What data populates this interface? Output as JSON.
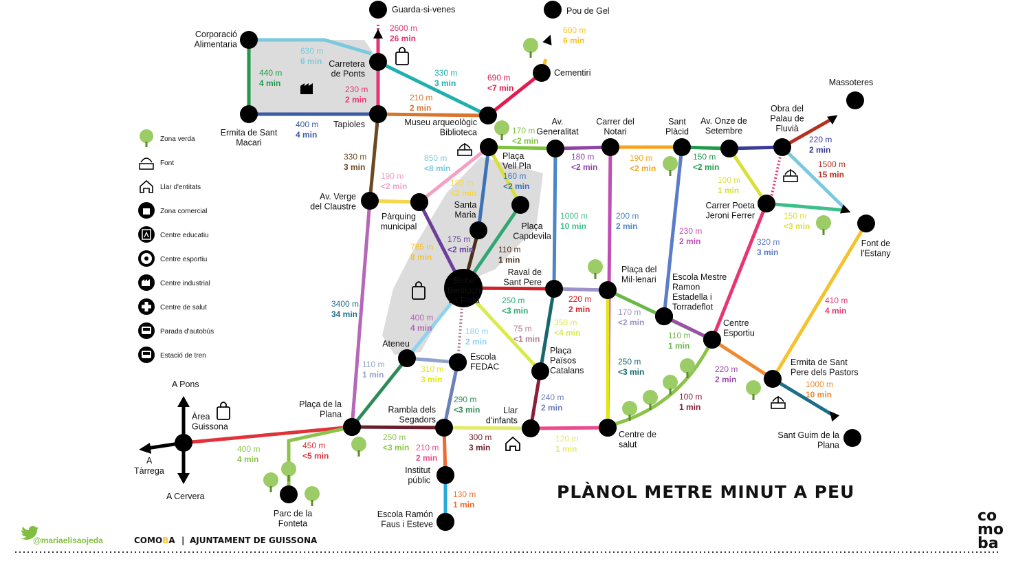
{
  "title": "PLÀNOL METRE MINUT A PEU",
  "footer": {
    "handle": "@mariaelisaojeda",
    "brand_prefix": "COMO",
    "brand_accent": "B",
    "brand_suffix": "A",
    "separator": "|",
    "council": "AJUNTAMENT DE GUISSONA"
  },
  "logo": {
    "line1": "co",
    "line2": "mo",
    "line3": "ba"
  },
  "colors": {
    "accent_green": "#7fbf3f",
    "zone_gray": "#d9d9d9",
    "node": "#000000"
  },
  "legend": [
    {
      "icon": "tree-icon",
      "label": "Zona verda"
    },
    {
      "icon": "fountain-icon",
      "label": "Font"
    },
    {
      "icon": "house-icon",
      "label": "Llar d'entitats"
    },
    {
      "icon": "shopping-bag-icon",
      "label": "Zona comercial"
    },
    {
      "icon": "school-icon",
      "label": "Centre educatiu"
    },
    {
      "icon": "sports-ball-icon",
      "label": "Centre esportiu"
    },
    {
      "icon": "factory-icon",
      "label": "Centre industrial"
    },
    {
      "icon": "health-cross-icon",
      "label": "Centre de salut"
    },
    {
      "icon": "bus-icon",
      "label": "Parada d'autobús"
    },
    {
      "icon": "train-icon",
      "label": "Estació de tren"
    }
  ],
  "directions": {
    "north": "A Pons",
    "west_1": "A",
    "west_2": "Tàrrega",
    "south": "A Cervera"
  },
  "nodes": [
    {
      "id": "guarda",
      "lines": [
        "Guarda-si-venes"
      ]
    },
    {
      "id": "pougel",
      "lines": [
        "Pou de Gel"
      ]
    },
    {
      "id": "corporacio",
      "lines": [
        "Corporació",
        "Alimentaria"
      ]
    },
    {
      "id": "carretera",
      "lines": [
        "Carretera",
        "de Ponts"
      ]
    },
    {
      "id": "cementiri",
      "lines": [
        "Cementiri"
      ]
    },
    {
      "id": "ermitasm",
      "lines": [
        "Ermita de Sant",
        "Macari"
      ]
    },
    {
      "id": "tapioles",
      "lines": [
        "Tapioles"
      ]
    },
    {
      "id": "museu",
      "lines": [
        "Museu arqueològic",
        "Biblioteca"
      ]
    },
    {
      "id": "massoteres",
      "lines": [
        "Massoteres"
      ]
    },
    {
      "id": "avgen",
      "lines": [
        "Av.",
        "Generalitat"
      ]
    },
    {
      "id": "notari",
      "lines": [
        "Carrer del",
        "Notari"
      ]
    },
    {
      "id": "santplacid",
      "lines": [
        "Sant",
        "Plàcid"
      ]
    },
    {
      "id": "onze",
      "lines": [
        "Av. Onze de",
        "Setembre"
      ]
    },
    {
      "id": "obra",
      "lines": [
        "Obra del",
        "Palau de",
        "Fluvià"
      ]
    },
    {
      "id": "vellpla",
      "lines": [
        "Plaça",
        "Vell Pla"
      ]
    },
    {
      "id": "verge",
      "lines": [
        "Av. Verge",
        "del Claustre"
      ]
    },
    {
      "id": "parquing",
      "lines": [
        "Pàrquing",
        "municipal"
      ]
    },
    {
      "id": "santamaria",
      "lines": [
        "Santa",
        "Maria"
      ]
    },
    {
      "id": "capdevila",
      "lines": [
        "Plaça",
        "Capdevila"
      ]
    },
    {
      "id": "poeta",
      "lines": [
        "Carrer Poeta",
        "Jeroni Ferrer"
      ]
    },
    {
      "id": "fontestany",
      "lines": [
        "Font de",
        "l'Estany"
      ]
    },
    {
      "id": "bisbe",
      "lines": [
        "Bisbe",
        "Benlloch",
        "La Pista"
      ]
    },
    {
      "id": "raval",
      "lines": [
        "Raval de",
        "Sant Pere"
      ]
    },
    {
      "id": "millenari",
      "lines": [
        "Plaça del",
        "Mil·lenari"
      ]
    },
    {
      "id": "escolamestre",
      "lines": [
        "Escola Mestre",
        "Ramon",
        "Estadella i",
        "Torradeflot"
      ]
    },
    {
      "id": "esportiu",
      "lines": [
        "Centre",
        "Esportiu"
      ]
    },
    {
      "id": "ateneu",
      "lines": [
        "Ateneu"
      ]
    },
    {
      "id": "fedac",
      "lines": [
        "Escola",
        "FEDAC"
      ]
    },
    {
      "id": "paisos",
      "lines": [
        "Plaça",
        "Països",
        "Catalans"
      ]
    },
    {
      "id": "ermitasp",
      "lines": [
        "Ermita de Sant",
        "Pere dels Pastors"
      ]
    },
    {
      "id": "area",
      "lines": [
        "Àrea",
        "Guissona"
      ]
    },
    {
      "id": "plana",
      "lines": [
        "Plaça de la",
        "Plana"
      ]
    },
    {
      "id": "rambla",
      "lines": [
        "Rambla dels",
        "Segadors"
      ]
    },
    {
      "id": "llar",
      "lines": [
        "Llar",
        "d'infants"
      ]
    },
    {
      "id": "salut",
      "lines": [
        "Centre de",
        "salut"
      ]
    },
    {
      "id": "santguim",
      "lines": [
        "Sant Guim de la",
        "Plana"
      ]
    },
    {
      "id": "institut",
      "lines": [
        "Institut",
        "públic"
      ]
    },
    {
      "id": "fonteta",
      "lines": [
        "Parc de la",
        "Fonteta"
      ]
    },
    {
      "id": "escolaramon",
      "lines": [
        "Escola Ramón",
        "Faus i Esteve"
      ]
    }
  ],
  "segments": [
    {
      "from": "guarda",
      "to": "carretera",
      "color": "#e8356f",
      "dist": "2600 m",
      "time": "26 min"
    },
    {
      "from": "pougel",
      "to": "cementiri",
      "color": "#f6c22b",
      "dist": "600 m",
      "time": "6 min"
    },
    {
      "from": "corporacio",
      "to": "carretera",
      "color": "#7cc8de",
      "dist": "630 m",
      "time": "6 min"
    },
    {
      "from": "corporacio",
      "to": "ermitasm",
      "color": "#1e9a49",
      "dist": "440 m",
      "time": "4 min"
    },
    {
      "from": "carretera",
      "to": "museu",
      "color": "#1fb0ad",
      "dist": "330 m",
      "time": "3 min"
    },
    {
      "from": "carretera",
      "to": "tapioles",
      "color": "#e8356f",
      "dist": "230 m",
      "time": "2 min"
    },
    {
      "from": "cementiri",
      "to": "museu",
      "color": "#e31b4e",
      "dist": "690 m",
      "time": "<7 min"
    },
    {
      "from": "ermitasm",
      "to": "tapioles",
      "color": "#3b5ba5",
      "dist": "400 m",
      "time": "4 min"
    },
    {
      "from": "tapioles",
      "to": "museu",
      "color": "#d8752f",
      "dist": "210 m",
      "time": "2 min"
    },
    {
      "from": "tapioles",
      "to": "verge",
      "color": "#6b4a22",
      "dist": "330 m",
      "time": "3 min"
    },
    {
      "from": "vellpla",
      "to": "avgen",
      "color": "#7ec242",
      "dist": "170 m",
      "time": "<2 min"
    },
    {
      "from": "avgen",
      "to": "notari",
      "color": "#8e44a8",
      "dist": "180 m",
      "time": "<2 min"
    },
    {
      "from": "notari",
      "to": "santplacid",
      "color": "#f4a51c",
      "dist": "190 m",
      "time": "<2 min"
    },
    {
      "from": "santplacid",
      "to": "onze",
      "color": "#1e9a49",
      "dist": "150 m",
      "time": "<2 min"
    },
    {
      "from": "onze",
      "to": "obra",
      "color": "#3b3b9a",
      "dist": "220 m",
      "time": "2 min"
    },
    {
      "from": "obra",
      "to": "massoteres",
      "color": "#b3321f",
      "dist": "1500 m",
      "time": "15 min"
    },
    {
      "from": "obra",
      "to": "fontestany",
      "color": "#7cc8de",
      "dist": "850 m",
      "time": "<8 min"
    },
    {
      "from": "parquing",
      "to": "vellpla",
      "color": "#f3a0c3",
      "dist": "190 m",
      "time": "<2 min"
    },
    {
      "from": "verge",
      "to": "parquing",
      "color": "#f6d64a",
      "dist": "180 m",
      "time": "<2 min"
    },
    {
      "from": "vellpla",
      "to": "santamaria",
      "color": "#3c72b8",
      "dist": "160 m",
      "time": "<2 min"
    },
    {
      "from": "vellpla",
      "to": "capdevila",
      "color": "#d9df3a",
      "dist": "100 m",
      "time": "1 min"
    },
    {
      "from": "onze",
      "to": "poeta",
      "color": "#d9df3a",
      "dist": "150 m",
      "time": "<3 min"
    },
    {
      "from": "poeta",
      "to": "fontestany",
      "color": "#3cbf8a",
      "dist": "1000 m",
      "time": "10 min"
    },
    {
      "from": "avgen",
      "to": "raval",
      "color": "#4b86c6",
      "dist": "200 m",
      "time": "2 min"
    },
    {
      "from": "notari",
      "to": "salut",
      "color": "#c04fb4",
      "dist": "230 m",
      "time": "2 min"
    },
    {
      "from": "santplacid",
      "to": "escolamestre",
      "color": "#5b7cc7",
      "dist": "320 m",
      "time": "3 min"
    },
    {
      "from": "poeta",
      "to": "esportiu",
      "color": "#e8356f",
      "dist": "410 m",
      "time": "4 min"
    },
    {
      "from": "fontestany",
      "to": "ermitasp",
      "color": "#f6c22b",
      "dist": "785 m",
      "time": "8 min"
    },
    {
      "from": "parquing",
      "to": "bisbe",
      "color": "#6a3f9a",
      "dist": "175 m",
      "time": "<2 min"
    },
    {
      "from": "santamaria",
      "to": "bisbe",
      "color": "#4a2f1a",
      "dist": "110 m",
      "time": "1 min"
    },
    {
      "from": "capdevila",
      "to": "bisbe",
      "color": "#2fa772",
      "dist": "250 m",
      "time": "<3 min"
    },
    {
      "from": "bisbe",
      "to": "raval",
      "color": "#d3202a",
      "dist": "220 m",
      "time": "2 min"
    },
    {
      "from": "raval",
      "to": "millenari",
      "color": "#9b93c9",
      "dist": "170 m",
      "time": "<2 min"
    },
    {
      "from": "millenari",
      "to": "esportiu",
      "color": "#6ab84a",
      "dist": "110 m",
      "time": "1 min"
    },
    {
      "from": "escolamestre",
      "to": "esportiu",
      "color": "#9b4fa6",
      "dist": "220 m",
      "time": "2 min"
    },
    {
      "from": "esportiu",
      "to": "ermitasp",
      "color": "#ef8a2e",
      "dist": "1000 m",
      "time": "10 min"
    },
    {
      "from": "ermitasp",
      "to": "santguim",
      "color": "#1d6e8a",
      "dist": "3400 m",
      "time": "34 min"
    },
    {
      "from": "verge",
      "to": "plana",
      "color": "#b567b8",
      "dist": "400 m",
      "time": "4 min"
    },
    {
      "from": "bisbe",
      "to": "ateneu",
      "color": "#8fd1ee",
      "dist": "180 m",
      "time": "2 min"
    },
    {
      "from": "bisbe",
      "to": "fedac",
      "color": "#b07a90",
      "dist": "75 m",
      "time": "<1 min"
    },
    {
      "from": "bisbe",
      "to": "paisos",
      "color": "#d9ea4a",
      "dist": "350 m",
      "time": "<4 min"
    },
    {
      "from": "raval",
      "to": "paisos",
      "color": "#16676e",
      "dist": "250 m",
      "time": "<3 min"
    },
    {
      "from": "millenari",
      "to": "salut",
      "color": "#e3e617",
      "dist": "310 m",
      "time": "3 min"
    },
    {
      "from": "ateneu",
      "to": "fedac",
      "color": "#8fa3c9",
      "dist": "110 m",
      "time": "1 min"
    },
    {
      "from": "ateneu",
      "to": "plana",
      "color": "#2e8b57",
      "dist": "290 m",
      "time": "<3 min"
    },
    {
      "from": "fedac",
      "to": "rambla",
      "color": "#6b7fb8",
      "dist": "240 m",
      "time": "2 min"
    },
    {
      "from": "paisos",
      "to": "llar",
      "color": "#8a1e3b",
      "dist": "100 m",
      "time": "1 min"
    },
    {
      "from": "esportiu",
      "to": "salut",
      "color": "#8bc34a",
      "dist": "400 m",
      "time": "4 min"
    },
    {
      "from": "area",
      "to": "plana",
      "color": "#e03238",
      "dist": "450 m",
      "time": "<5 min"
    },
    {
      "from": "plana",
      "to": "fonteta",
      "color": "#8bc34a",
      "dist": "250 m",
      "time": "<3 min"
    },
    {
      "from": "plana",
      "to": "rambla",
      "color": "#6b1f2a",
      "dist": "300 m",
      "time": "3 min"
    },
    {
      "from": "rambla",
      "to": "llar",
      "color": "#e3ea6a",
      "dist": "120 m",
      "time": "1 min"
    },
    {
      "from": "llar",
      "to": "salut",
      "color": "#ec4a8e",
      "dist": "210 m",
      "time": "2 min"
    },
    {
      "from": "rambla",
      "to": "institut",
      "color": "#ef6a2e",
      "dist": "130 m",
      "time": "1 min"
    },
    {
      "from": "institut",
      "to": "escolaramon",
      "color": "#28a8d8",
      "dist": "180 m",
      "time": "<2 min"
    }
  ]
}
